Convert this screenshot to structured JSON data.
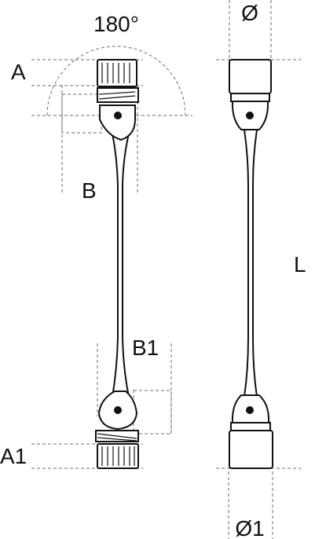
{
  "labels": {
    "rotation": "180°",
    "head_length": "A",
    "head_length_bottom": "A1",
    "head_width": "B",
    "head_width_bottom": "B1",
    "diameter_top": "Ø",
    "diameter_bottom": "Ø1",
    "length": "L"
  },
  "colors": {
    "line": "#111111",
    "dimension": "#6e6e6e",
    "background": "#ffffff"
  }
}
